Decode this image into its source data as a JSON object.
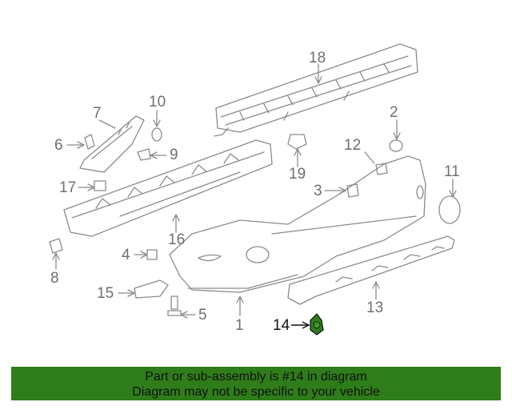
{
  "callouts": {
    "c1": "1",
    "c2": "2",
    "c4": "4",
    "c5": "5",
    "c6": "6",
    "c7": "7",
    "c8": "8",
    "c9": "9",
    "c10": "10",
    "c11": "11",
    "c12": "12",
    "c13": "13",
    "c14": "14",
    "c15": "15",
    "c16": "16",
    "c17": "17",
    "c18": "18",
    "c19": "19",
    "c3": "3"
  },
  "highlight_color": "#2f7d1a",
  "banner": {
    "line1": "Part or sub-assembly is #14 in diagram",
    "line2": "Diagram may not be specific to your vehicle"
  }
}
